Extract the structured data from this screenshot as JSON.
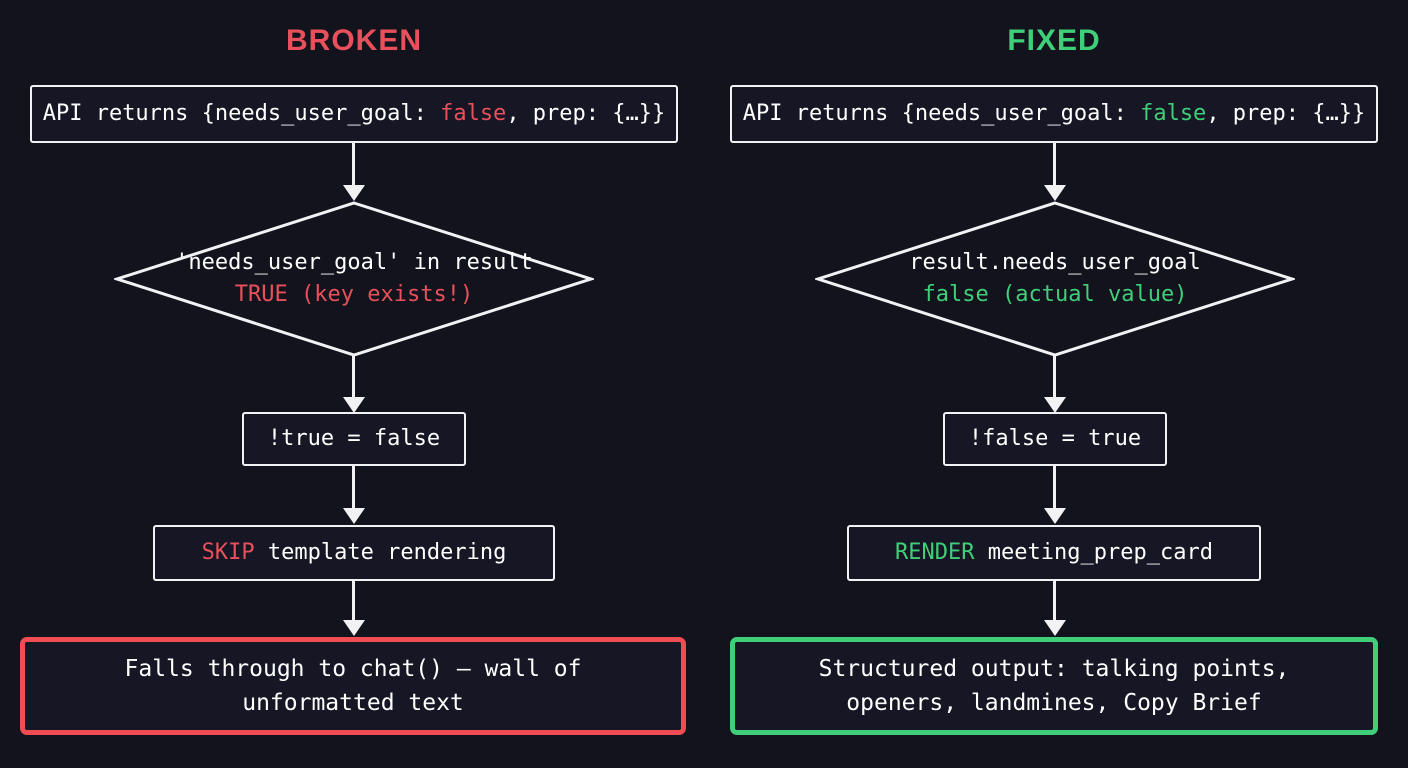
{
  "colors": {
    "background": "#13131e",
    "node_border": "#f2f2f5",
    "node_fill": "#161624",
    "text": "#ffffff",
    "red": "#e8505b",
    "green": "#3fcf79",
    "outcome_bad_border": "#ef4d53",
    "outcome_good_border": "#3fcf79"
  },
  "columns": {
    "broken": {
      "title": "BROKEN",
      "nodes": {
        "api_box": {
          "prefix": "API returns {needs_user_goal: ",
          "value": "false",
          "suffix": ", prep: {…}}"
        },
        "decision": {
          "line1": "'needs_user_goal' in result",
          "line2": "TRUE (key exists!)"
        },
        "negation": "!true = false",
        "action": {
          "keyword": "SKIP",
          "rest": " template rendering"
        },
        "outcome": "Falls through to chat() — wall of unformatted text"
      }
    },
    "fixed": {
      "title": "FIXED",
      "nodes": {
        "api_box": {
          "prefix": "API returns {needs_user_goal: ",
          "value": "false",
          "suffix": ", prep: {…}}"
        },
        "decision": {
          "line1": "result.needs_user_goal",
          "line2": "false (actual value)"
        },
        "negation": "!false = true",
        "action": {
          "keyword": "RENDER",
          "rest": " meeting_prep_card"
        },
        "outcome": "Structured output: talking points, openers, landmines, Copy Brief"
      }
    }
  }
}
